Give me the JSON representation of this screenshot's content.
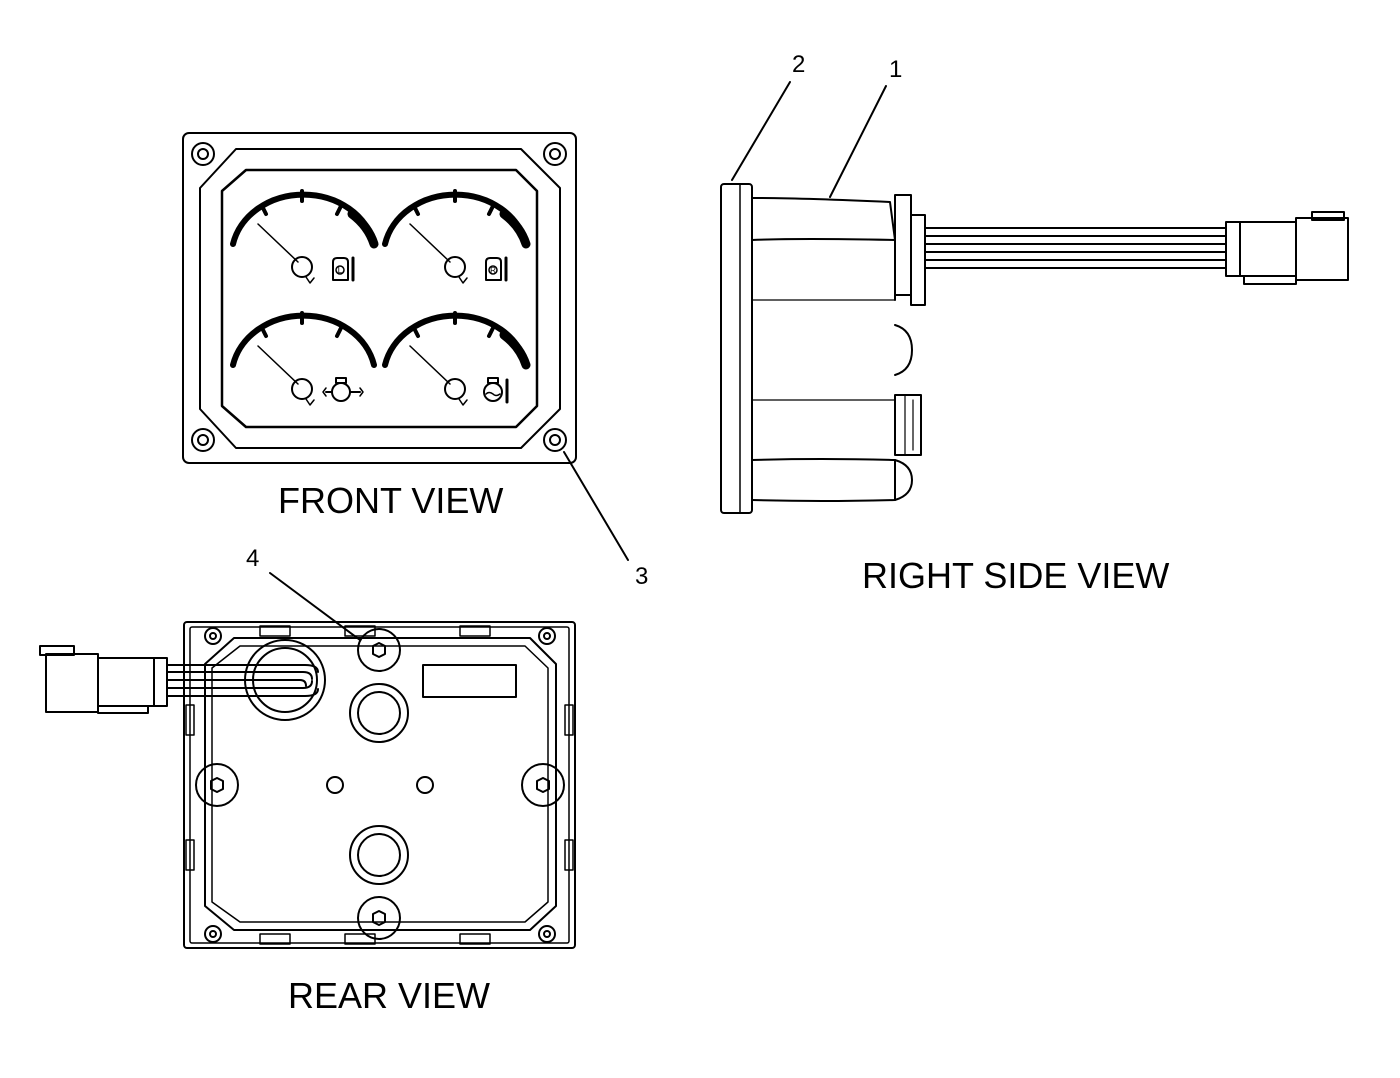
{
  "labels": {
    "front_view": "FRONT VIEW",
    "right_side_view": "RIGHT SIDE VIEW",
    "rear_view": "REAR VIEW"
  },
  "callouts": [
    "1",
    "2",
    "3",
    "4"
  ],
  "gauges": [
    {
      "symbol": "L"
    },
    {
      "symbol": "R"
    },
    {
      "symbol": ""
    },
    {
      "symbol": ""
    }
  ]
}
